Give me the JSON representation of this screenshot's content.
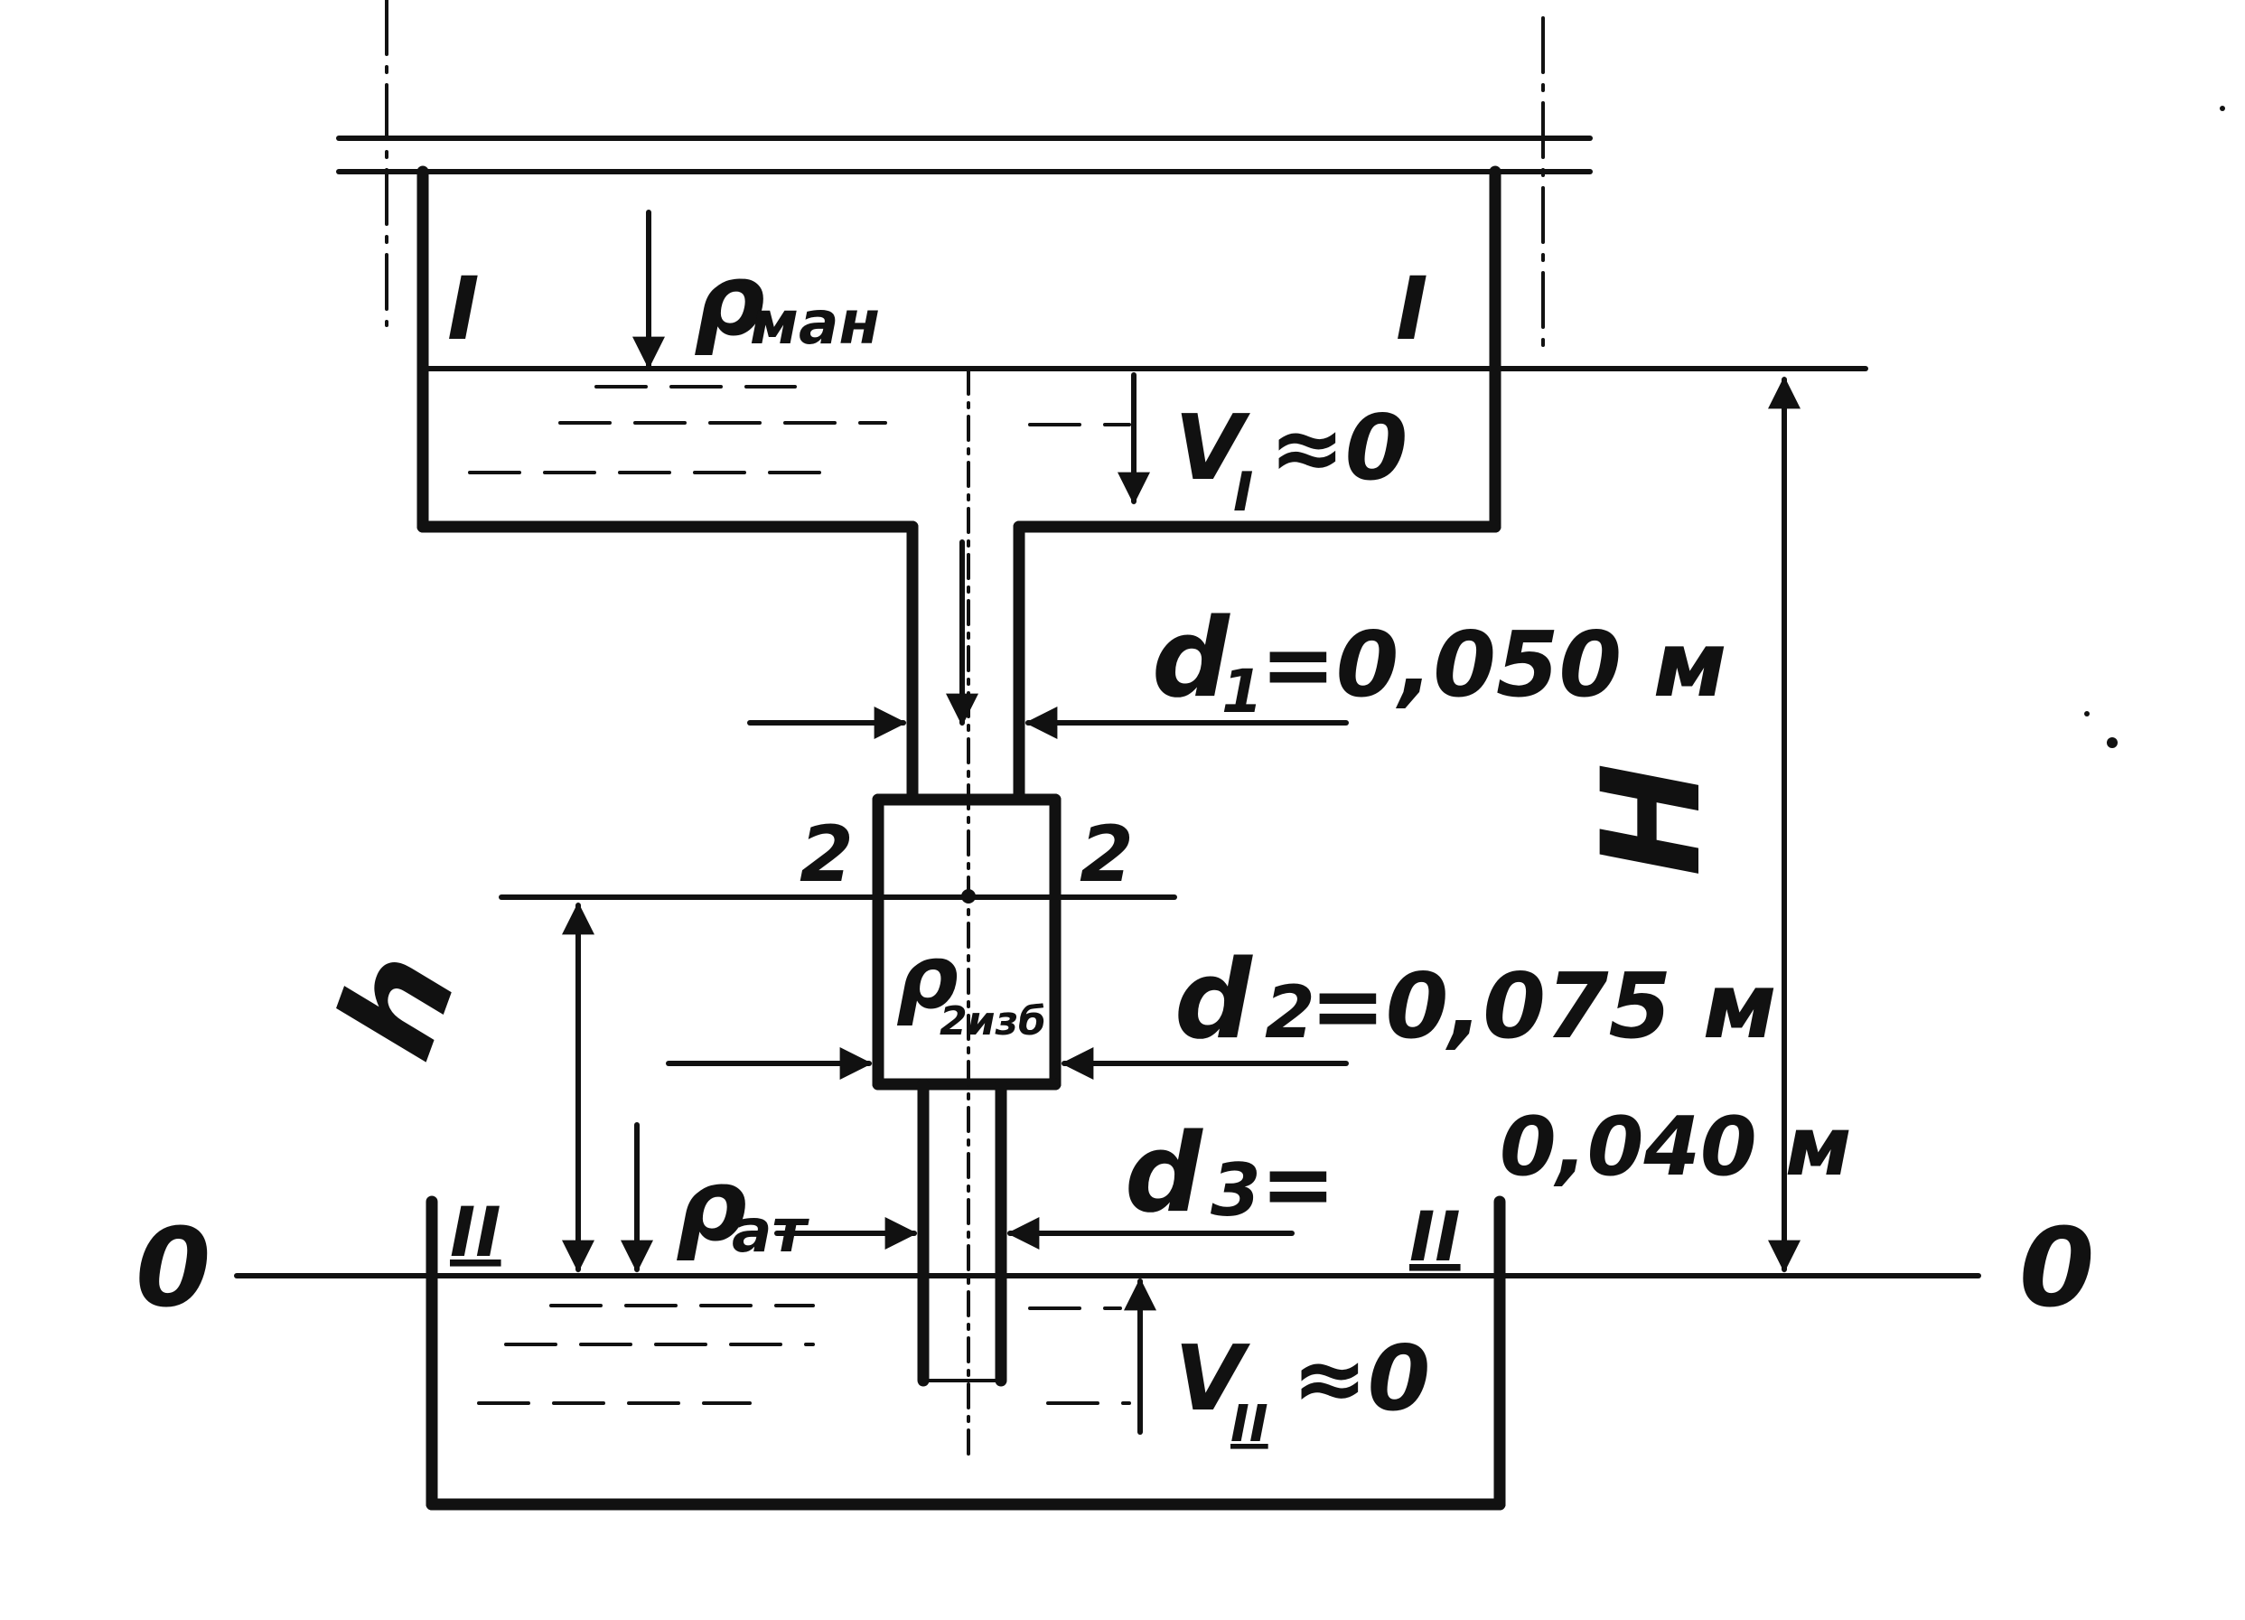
{
  "labels": {
    "section_I_left": "I",
    "section_I_right": "I",
    "p_man": "ρ",
    "p_man_sub": "ман",
    "v_I": "V",
    "v_I_sub": "I",
    "v_I_eq": "≈0",
    "d1": "d",
    "d1_sub": "1",
    "d1_eq": "=0,050 м",
    "section_2_left": "2",
    "section_2_right": "2",
    "p_2": "ρ",
    "p_2_sub": "2изб",
    "d2": "d",
    "d2_sub": "2",
    "d2_eq": "=0,075 м",
    "d3": "d",
    "d3_sub": "3",
    "d3_eq": " = ",
    "d3_val": "0,040 м",
    "height_H": "H",
    "height_h": "h",
    "section_II_left": "II",
    "section_II_right": "II",
    "p_at": "ρ",
    "p_at_sub": "ат",
    "v_II": "V",
    "v_II_sub": "II",
    "v_II_eq": "≈0",
    "datum_left": "0",
    "datum_right": "0"
  },
  "colors": {
    "ink": "#111111",
    "paper": "#ffffff"
  }
}
